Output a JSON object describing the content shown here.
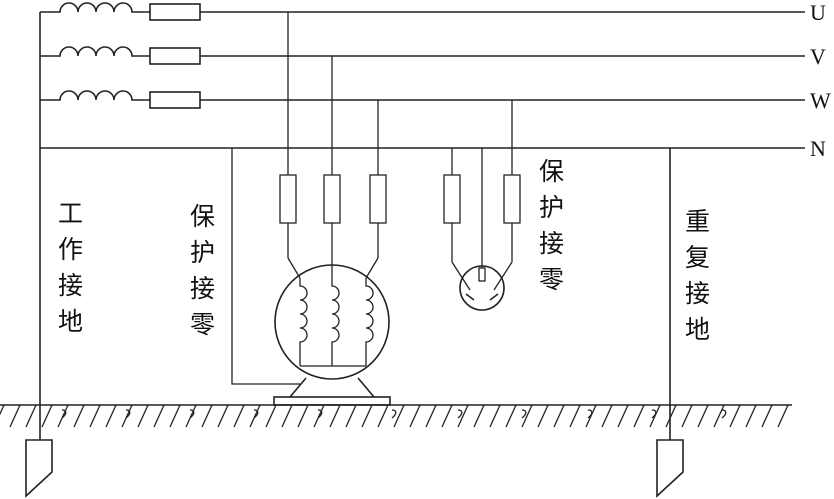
{
  "bus_labels": {
    "u": "U",
    "v": "V",
    "w": "W",
    "n": "N"
  },
  "labels": {
    "work_grounding": [
      "工",
      "作",
      "接",
      "地"
    ],
    "motor_protective_neutral": [
      "保",
      "护",
      "接",
      "零"
    ],
    "socket_protective_neutral": [
      "保",
      "护",
      "接",
      "零"
    ],
    "repeated_grounding": [
      "重",
      "复",
      "接",
      "地"
    ]
  }
}
